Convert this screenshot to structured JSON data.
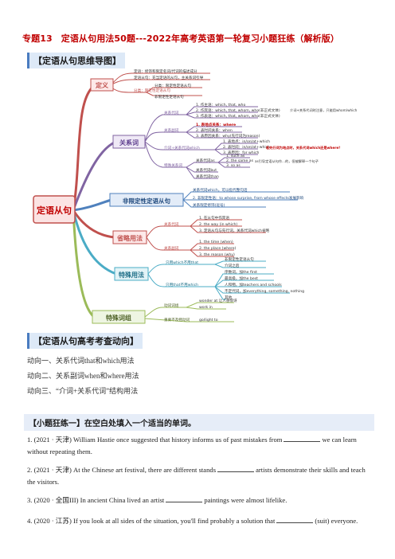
{
  "title": "专题13　定语从句用法50题---2022年高考英语第一轮复习小题狂练（解析版）",
  "mindmap_heading": "【定语从句思维导图】",
  "mindmap": {
    "center": "定语从句",
    "branches": {
      "definition": {
        "label": "定义",
        "items": [
          "定语：修饰和限定名词/代词的描述成分",
          "定语从句：充当定语的从句，主关系词引导",
          "分类：限定性定语从句",
          "非限定性定语从句"
        ]
      },
      "relatives": {
        "label": "关系词",
        "pronouns_label": "关系代词",
        "pronouns": [
          "1. 作主语：which, that, who",
          "2. 作宾语：which, that, whom, who(非正式文体)",
          "3. 作表语：which, that, whom, who(非正式文体)"
        ],
        "pronoun_note": "介词+关系代词时注意，只能用whom/which",
        "adverbs_label": "关系副词",
        "adverbs": [
          "1. 表地点关系：where",
          "2. 表时间关系：when",
          "3. 表原因关系：why(先行词为reason)"
        ],
        "prep_label": "介词+关系代词which",
        "prep_items": [
          "1. 表地点：in/on/at+which",
          "2. 表时间：in/on/at+which",
          "3. 表原因：for which"
        ],
        "prep_note": "若先行词为地点时，关系代词which还是where？",
        "special_label": "特殊关系词",
        "special_items": [
          "1. such as",
          "2. the same as",
          "3. so as",
          "关系代词as",
          "关系代词but",
          "关系代词than"
        ],
        "special_note": "as引导定语从句作...的，但被解释一个句子"
      },
      "nonrestrictive": {
        "label": "非限定性定语从句",
        "items": [
          "关系代词which，可以指代整句话",
          "2. 非限定性语：to whose surprise, from whose effects发展影响",
          "关系限定修饰(逗号)"
        ]
      },
      "omission": {
        "label": "省略用法",
        "pronoun_label": "关系代词",
        "pronoun_items": [
          "1. 在从句中作宾语",
          "2. the way (in which)",
          "3. 定语从句与先行词，关系代词which省略"
        ],
        "adverb_label": "关系副词",
        "adverb_items": [
          "1. the time (when)",
          "2. the place (where)",
          "3. the reason (why)"
        ]
      },
      "special": {
        "label": "特殊用法",
        "which_label": "只用which不用that",
        "which_items": [
          "非限定性定语从句",
          "介词之后"
        ],
        "that_label": "只用that不用which",
        "that_items": [
          "序数词，加the first",
          "最高级，加the best",
          "人和物，加teachers and schools",
          "不定代词，加everything, something, nothing",
          "其他"
        ]
      },
      "phrases": {
        "label": "特殊词组",
        "items": [
          "动词词组",
          "重要不及物动词"
        ],
        "details": [
          "wonder at 让人感惊讶",
          "work in",
          "go/light to"
        ]
      }
    }
  },
  "trend_heading": "【定语从句高考考查动向】",
  "trends": [
    "动向一、关系代词that和which用法",
    "动向二、关系副词when和where用法",
    "动向三、“介词+关系代词”结构用法"
  ],
  "practice_heading": "【小题狂练一】在空白处填入一个适当的单词。",
  "questions": [
    {
      "prefix": "1. (2021 · 天津) ",
      "before": "William Hastie once suggested that history informs us of past mistakes from",
      "after": "we can learn without repeating them."
    },
    {
      "prefix": "2. (2021 · 天津) ",
      "before": "At the Chinese art festival, there are different stands",
      "after": "artists demonstrate their skills and teach the visitors."
    },
    {
      "prefix": "3. (2020 · 全国III) ",
      "before": "In ancient China lived an artist",
      "after": "paintings were almost lifelike."
    },
    {
      "prefix": "4. (2020 · 江苏) ",
      "before": "If you look at all sides of the situation, you'll find probably a solution that",
      "after": "(suit) everyone."
    }
  ],
  "colors": {
    "title": "#c00000",
    "branch_definition": "#c0504d",
    "branch_relatives": "#8064a2",
    "branch_nonrestrictive": "#4f81bd",
    "branch_omission": "#c0504d",
    "branch_special": "#4bacc6",
    "branch_phrases": "#9bbb59"
  }
}
